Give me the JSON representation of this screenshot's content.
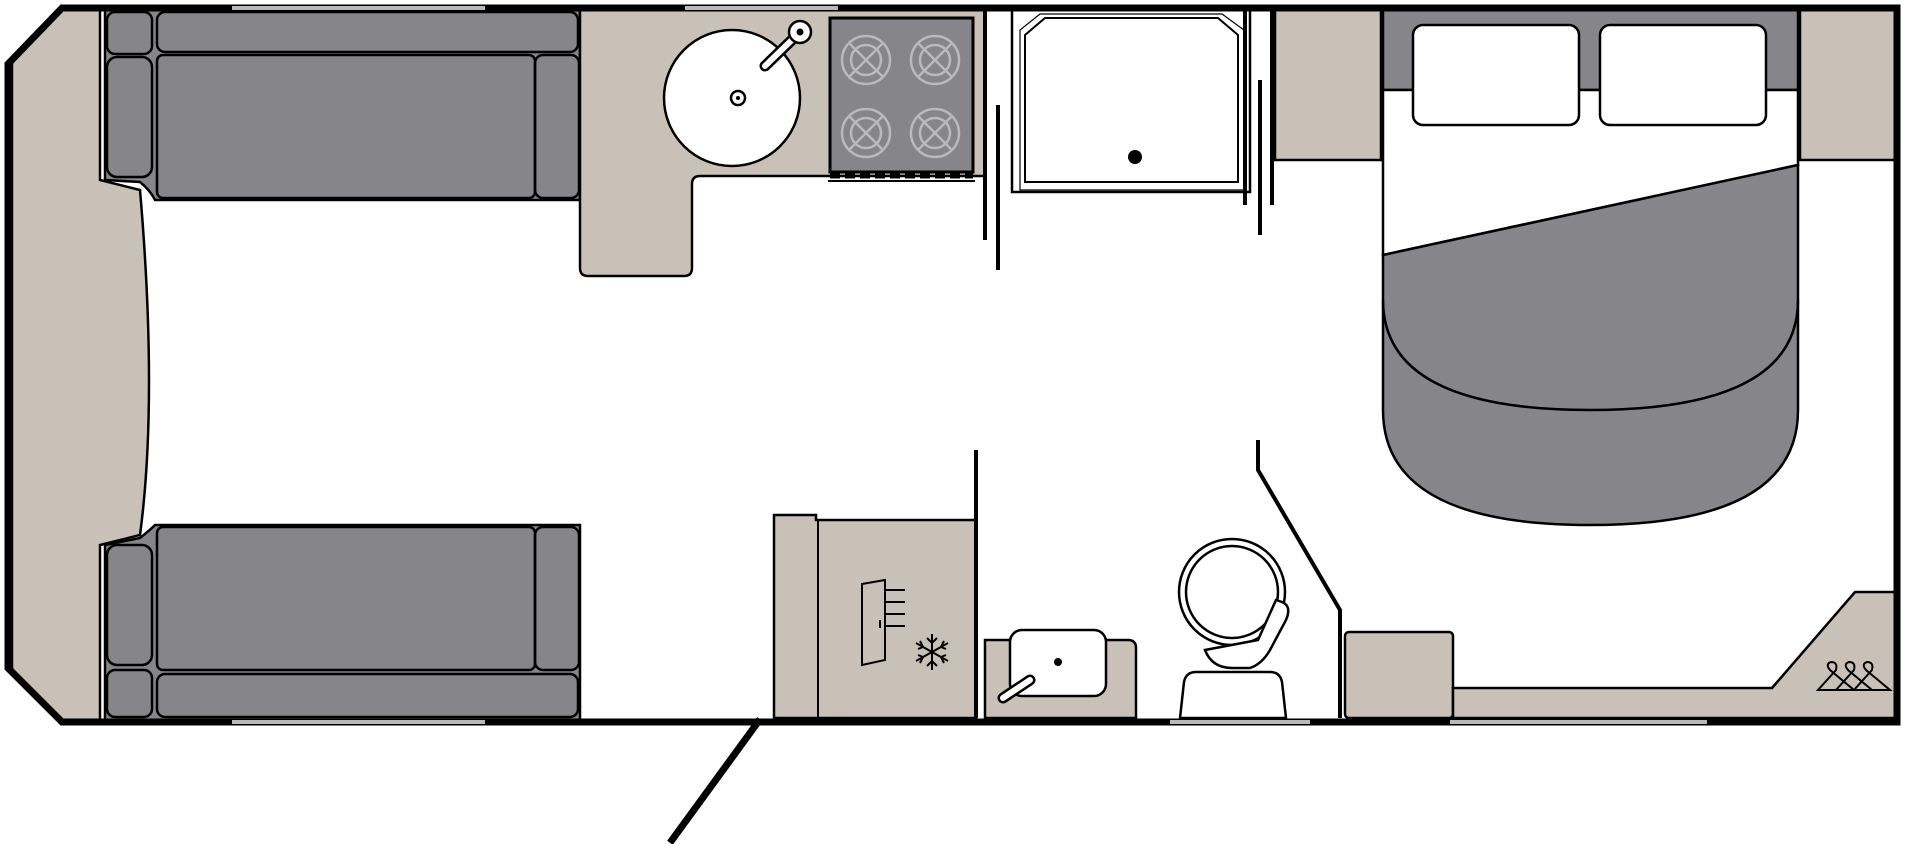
{
  "colors": {
    "wall": "#000000",
    "cabinet": "#c9c0b8",
    "cushion": "#85858a",
    "cushion_dark": "#6f6f74",
    "floor": "#ffffff",
    "pillow": "#ffffff",
    "window": "#bdbdbd"
  },
  "icons": {
    "fridge": "snowflake-icon",
    "wardrobe": "coat-hanger-icon",
    "hob": "gas-burner-icon",
    "sink": "round-sink-icon",
    "shower": "shower-drain-icon",
    "toilet": "toilet-icon"
  },
  "zones": {
    "lounge": [
      "front-lounge-sofa-top",
      "front-lounge-sofa-bottom",
      "front-chest-cabinet"
    ],
    "kitchen": [
      "kitchen-counter",
      "round-sink",
      "gas-hob-four-burner",
      "fridge-freezer"
    ],
    "washroom": [
      "shower-cubicle",
      "washbasin",
      "toilet"
    ],
    "bedroom": [
      "double-bed",
      "pillow-left",
      "pillow-right",
      "wardrobe",
      "bedside-cabinet"
    ]
  }
}
